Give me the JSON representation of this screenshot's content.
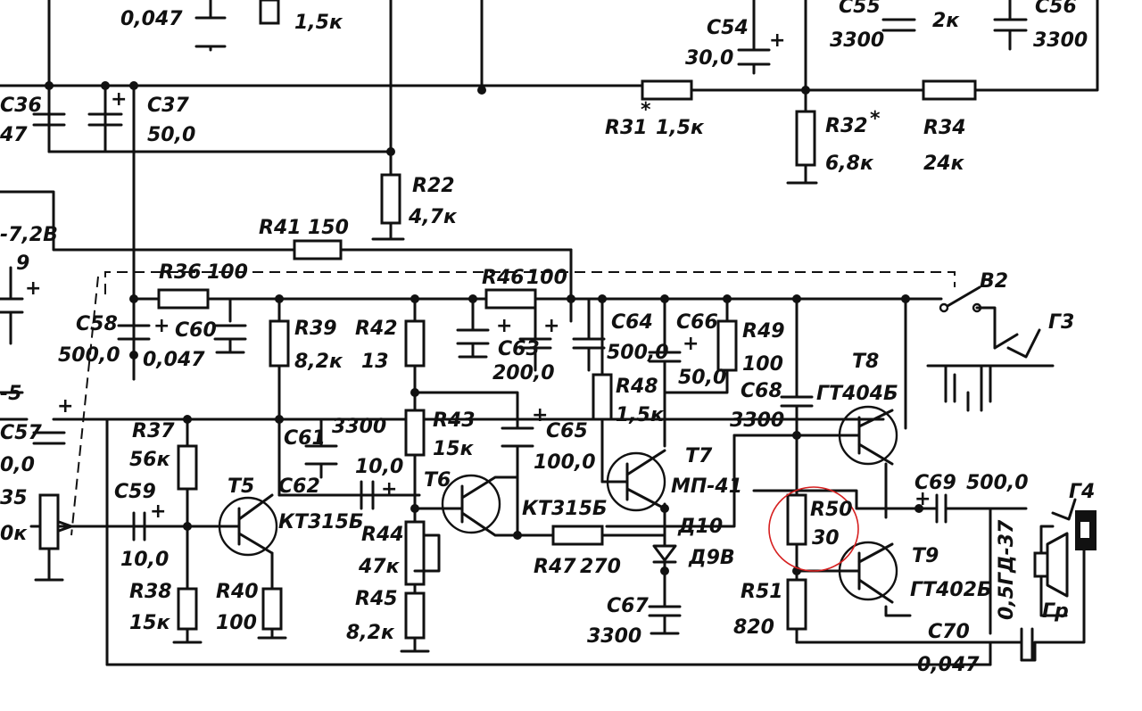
{
  "labels": {
    "c047top": "0,047",
    "r15top": "1,5к",
    "c54": "С54",
    "c54v": "30,0",
    "c55": "С55",
    "c55v": "3300",
    "r2k": "2к",
    "c56": "С56",
    "c56v": "3300",
    "c36": "С36",
    "c36v": "47",
    "c37": "С37",
    "c37v": "50,0",
    "r31": "R31",
    "r31v": "1,5к",
    "r32": "R32",
    "r32v": "6,8к",
    "r34": "R34",
    "r34v": "24к",
    "r22": "R22",
    "r22v": "4,7к",
    "v72": "-7,2В",
    "r41": "R41",
    "r41v": "150",
    "r36": "R36",
    "r36v": "100",
    "r46": "R46",
    "r46v": "100",
    "b2": "В2",
    "g3": "Г3",
    "n9": "9",
    "c58": "С58",
    "c58v": "500,0",
    "c60": "С60",
    "c60v": "0,047",
    "r39": "R39",
    "r39v": "8,2к",
    "r42": "R42",
    "r42v": "13",
    "c63": "С63",
    "c63v": "200,0",
    "c64": "С64",
    "c64v": "500,0",
    "c66": "С66",
    "c66v": "50,0",
    "r49": "R49",
    "r49v": "100",
    "t8": "Т8",
    "t8type": "ГТ404Б",
    "c68": "С68",
    "c68v": "3300",
    "n5": "-5",
    "c57": "С57",
    "c57v": "0,0",
    "n35": "35",
    "nk": "0к",
    "r37": "R37",
    "r37v": "56к",
    "c61": "С61",
    "c61v": "3300",
    "r43": "R43",
    "r43v": "15к",
    "c65": "С65",
    "c65v": "100,0",
    "r48": "R48",
    "r48v": "1,5к",
    "t7": "Т7",
    "t7type": "МП-41",
    "c59": "С59",
    "c59v": "10,0",
    "t5": "Т5",
    "t5type": "КТ315Б",
    "c62": "С62",
    "c62v": "10,0",
    "t6": "Т6",
    "t6type": "КТ315Б",
    "c69": "С69",
    "c69v": "500,0",
    "g4": "Г4",
    "d10": "Д10",
    "d10type": "Д9В",
    "r50": "R50",
    "r50v": "30",
    "r44": "R44",
    "r44v": "47к",
    "r47": "R47",
    "r47v": "270",
    "t9": "Т9",
    "t9type": "ГТ402Б",
    "r38": "R38",
    "r38v": "15к",
    "r40": "R40",
    "r40v": "100",
    "r45": "R45",
    "r45v": "8,2к",
    "c67": "С67",
    "c67v": "3300",
    "r51": "R51",
    "r51v": "820",
    "spk": "0,5ГД-37",
    "gr": "Гр",
    "c70": "С70",
    "c70v": "0,047"
  },
  "colors": {
    "ink": "#111111",
    "paper": "#ffffff",
    "highlight": "#d62020"
  },
  "highlight": {
    "target": "R50"
  }
}
